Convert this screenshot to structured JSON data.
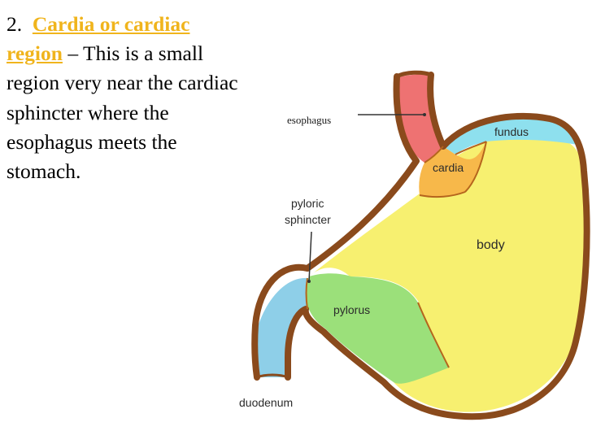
{
  "text": {
    "number": "2.",
    "term": "Cardia or cardiac region",
    "description": "– This is a small region very near the cardiac sphincter where the esophagus meets the stomach."
  },
  "diagram": {
    "labels": {
      "esophagus": "esophagus",
      "fundus": "fundus",
      "cardia": "cardia",
      "pyloric_line1": "pyloric",
      "pyloric_line2": "sphincter",
      "body": "body",
      "pylorus": "pylorus",
      "duodenum": "duodenum"
    },
    "colors": {
      "outline": "#8a4a1c",
      "esophagus": "#ee7272",
      "fundus": "#8ee0ee",
      "cardia": "#f7b84a",
      "body": "#f7f070",
      "pylorus": "#9be07a",
      "duodenum": "#8ecfe8"
    }
  }
}
